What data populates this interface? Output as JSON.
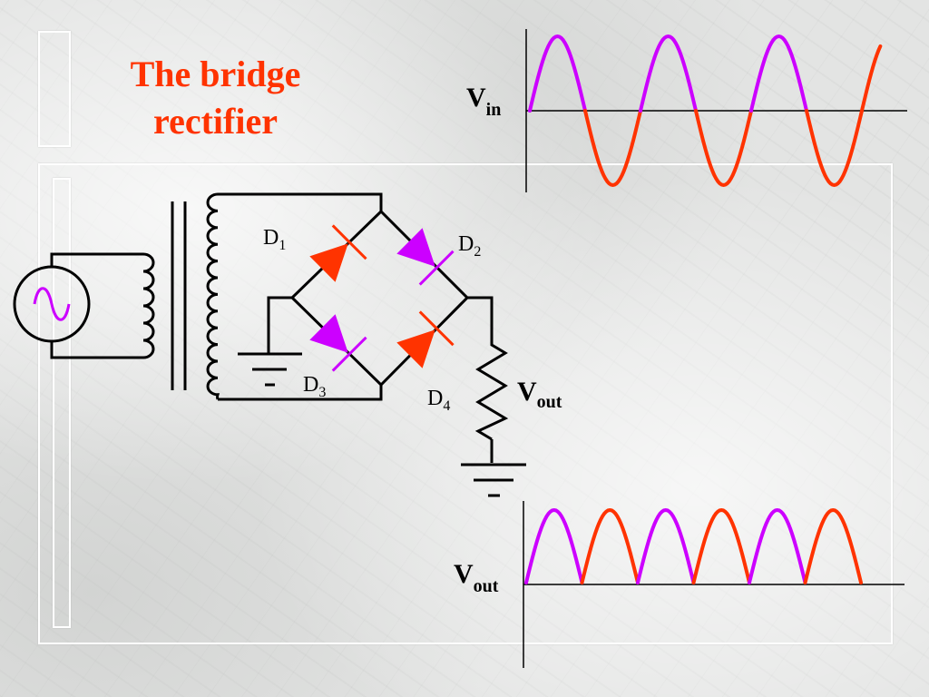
{
  "title": {
    "line1": "The bridge",
    "line2": "rectifier"
  },
  "labels": {
    "vin_main": "V",
    "vin_sub": "in",
    "vout_main": "V",
    "vout_sub": "out",
    "vout2_main": "V",
    "vout2_sub": "out",
    "d1_main": "D",
    "d1_sub": "1",
    "d2_main": "D",
    "d2_sub": "2",
    "d3_main": "D",
    "d3_sub": "3",
    "d4_main": "D",
    "d4_sub": "4"
  },
  "colors": {
    "positive_half": "#cc00ff",
    "negative_half": "#ff3300",
    "wire": "#000000",
    "title": "#ff3300"
  }
}
